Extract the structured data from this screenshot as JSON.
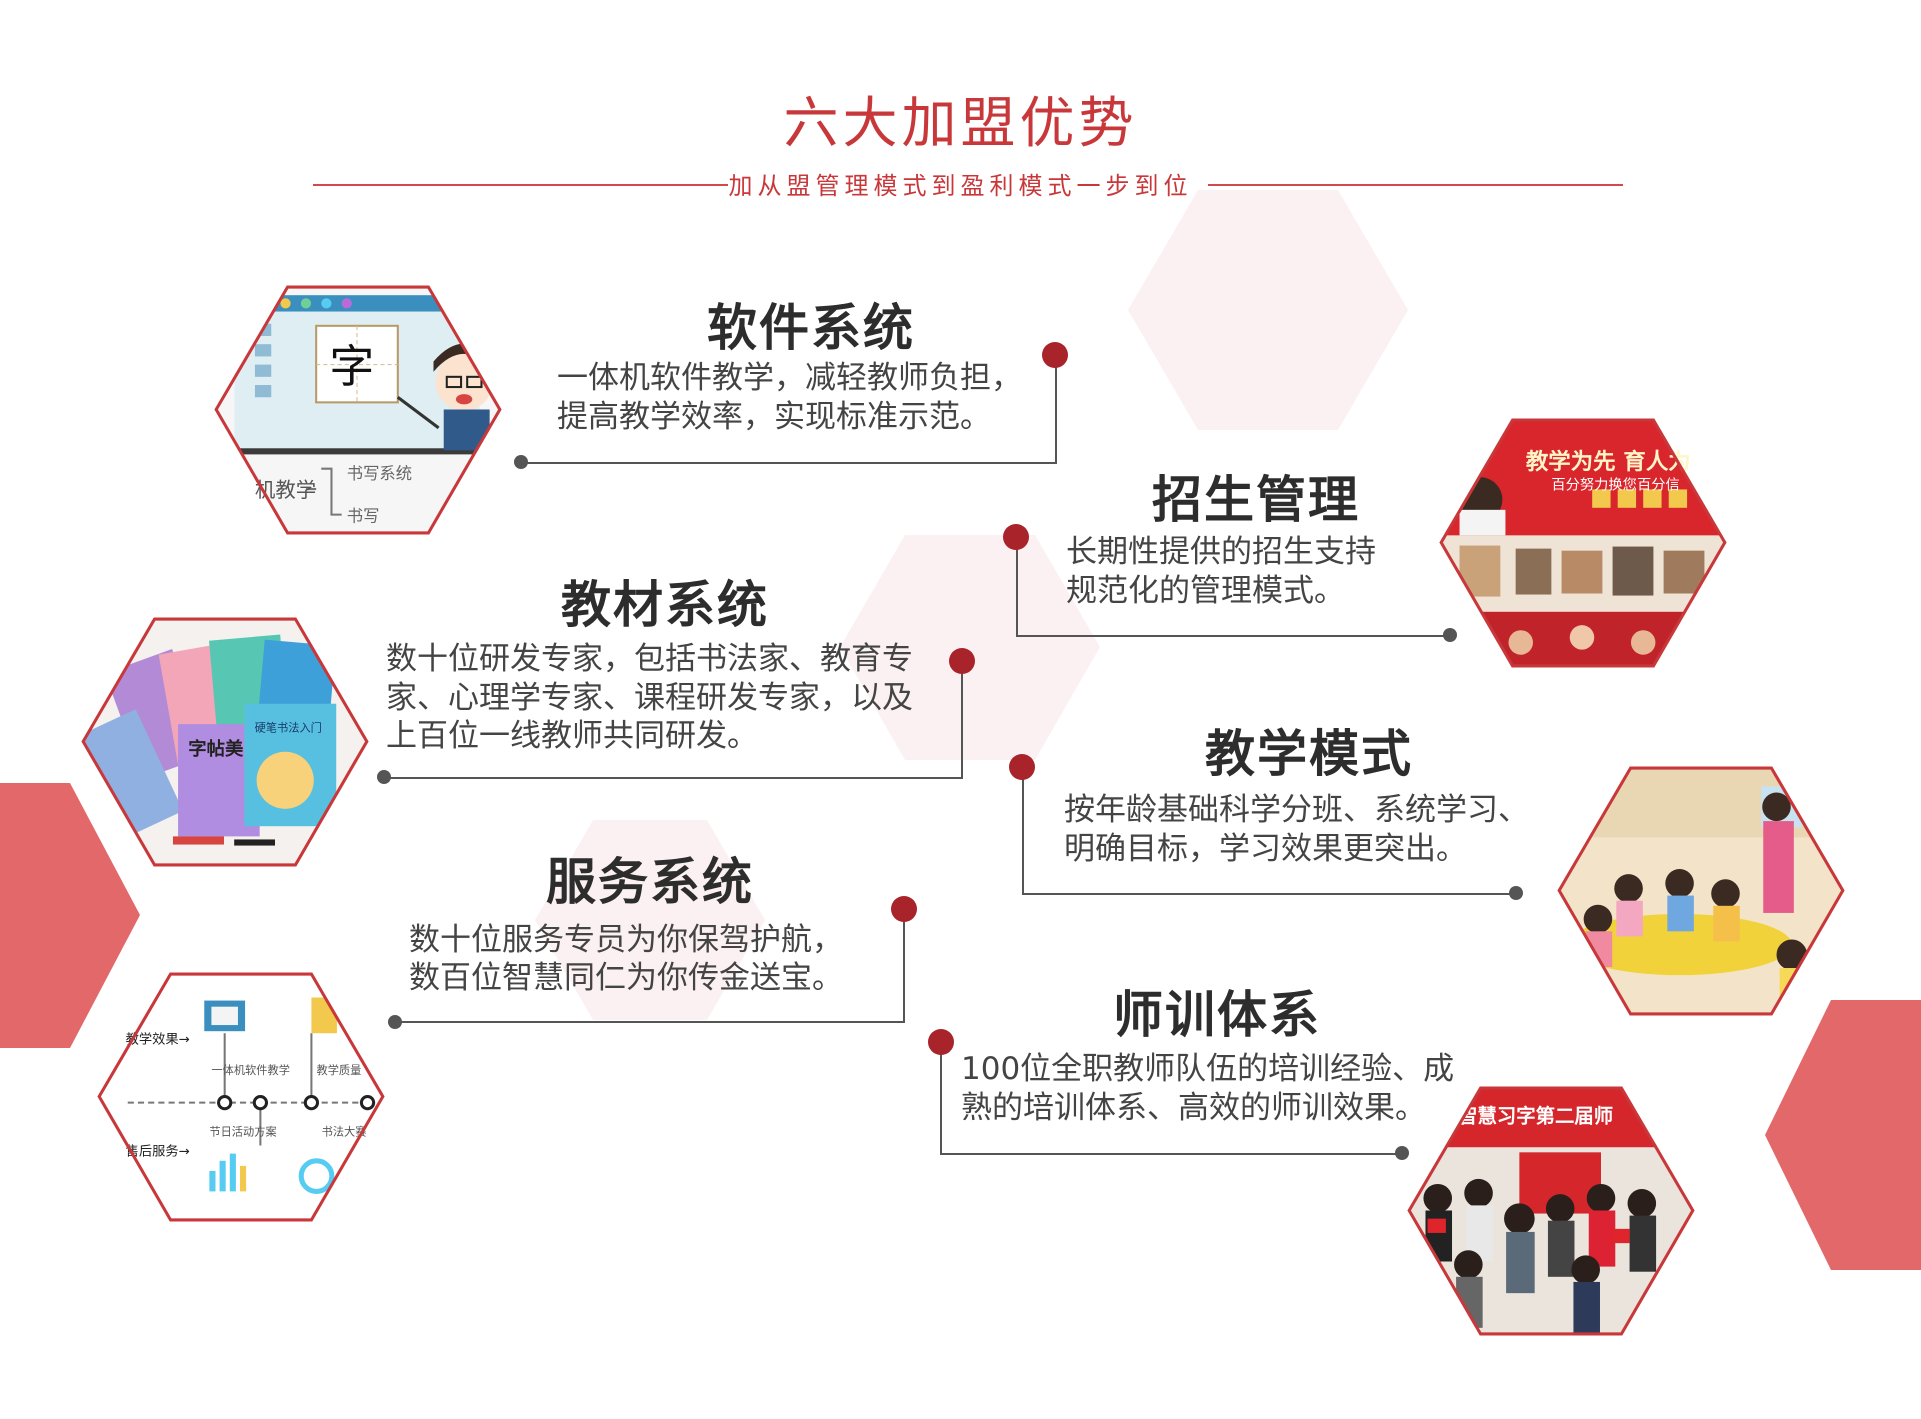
{
  "header": {
    "title": "六大加盟优势",
    "subtitle": "加从盟管理模式到盈利模式一步到位"
  },
  "colors": {
    "accent": "#c8383a",
    "dot": "#a8232a",
    "decor_hex": "#e2686a",
    "soft_hex": "#fbeff0"
  },
  "features": {
    "software": {
      "title": "软件系统",
      "desc_line1": "一体机软件教学，减轻教师负担，",
      "desc_line2": "提高教学效率，实现标准示范。",
      "image": {
        "char": "字",
        "caption": "机教学",
        "branch1": "书写系统",
        "branch2": "书写"
      }
    },
    "enrollment": {
      "title": "招生管理",
      "desc_line1": "长期性提供的招生支持",
      "desc_line2": "规范化的管理模式。",
      "image": {
        "banner1": "教学为先 育人为",
        "banner2": "百分努力换您百分信"
      }
    },
    "textbook": {
      "title": "教材系统",
      "desc_line1": "数十位研发专家，包括书法家、教育专",
      "desc_line2": "家、心理学专家、课程研发专家，以及",
      "desc_line3": "上百位一线教师共同研发。",
      "image": {
        "book1": "字帖美",
        "book2": "硬笔书法入门"
      }
    },
    "teaching": {
      "title": "教学模式",
      "desc_line1": "按年龄基础科学分班、系统学习、",
      "desc_line2": "明确目标，学习效果更突出。"
    },
    "service": {
      "title": "服务系统",
      "desc_line1": "数十位服务专员为你保驾护航，",
      "desc_line2": "数百位智慧同仁为你传金送宝。",
      "image": {
        "label_effect": "教学效果→",
        "label_software": "一体机软件教学",
        "label_quality": "教学质量",
        "label_activity": "节日活动方案",
        "label_contest": "书法大赛",
        "label_after": "售后服务→"
      }
    },
    "training": {
      "title": "师训体系",
      "desc_line1": "100位全职教师队伍的培训经验、成",
      "desc_line2": "熟的培训体系、高效的师训效果。",
      "image": {
        "banner": "智慧习字第二届师"
      }
    }
  }
}
